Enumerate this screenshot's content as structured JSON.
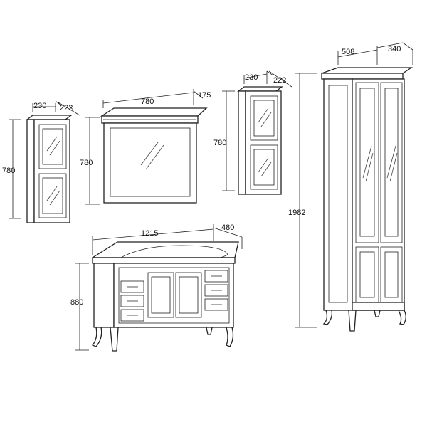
{
  "drawing": {
    "wall_cabinet_left": {
      "width": "230",
      "depth": "222",
      "height": "780"
    },
    "mirror": {
      "width": "780",
      "depth": "175",
      "height": "780"
    },
    "wall_cabinet_middle": {
      "width": "230",
      "depth": "222",
      "height": "780"
    },
    "tall_cabinet": {
      "width": "508",
      "depth": "340",
      "height": "1982"
    },
    "vanity": {
      "width": "1215",
      "depth": "480",
      "height": "880"
    }
  }
}
